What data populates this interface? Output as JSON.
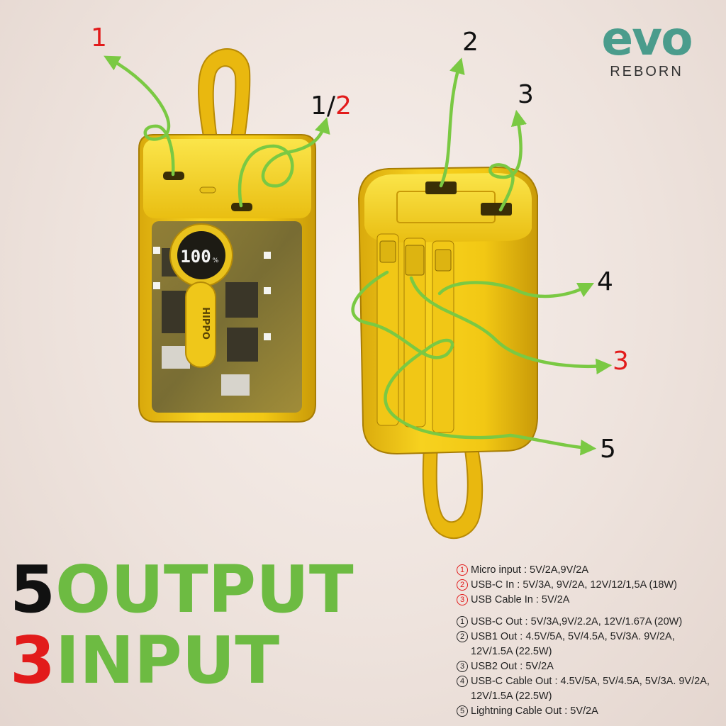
{
  "brand": {
    "logo": "evo",
    "subtitle": "REBORN"
  },
  "callouts": {
    "left_top": "1",
    "left_mid_a": "1/",
    "left_mid_b": "2",
    "right_2": "2",
    "right_3": "3",
    "right_4": "4",
    "right_3_red": "3",
    "right_5": "5"
  },
  "device_display": {
    "reading": "100",
    "percent": "%",
    "brand_print": "HIPPO"
  },
  "headline": {
    "output_count": "5",
    "output_word": "OUTPUT",
    "input_count": "3",
    "input_word": "INPUT"
  },
  "inputs": [
    {
      "num": "1",
      "text": "Micro input : 5V/2A,9V/2A"
    },
    {
      "num": "2",
      "text": "USB-C In : 5V/3A, 9V/2A, 12V/12/1,5A (18W)"
    },
    {
      "num": "3",
      "text": "USB Cable In : 5V/2A"
    }
  ],
  "outputs": [
    {
      "num": "1",
      "text": "USB-C Out : 5V/3A,9V/2.2A, 12V/1.67A (20W)"
    },
    {
      "num": "2",
      "text": "USB1 Out : 4.5V/5A, 5V/4.5A, 5V/3A. 9V/2A, 12V/1.5A (22.5W)"
    },
    {
      "num": "3",
      "text": "USB2 Out : 5V/2A"
    },
    {
      "num": "4",
      "text": "USB-C Cable Out : 4.5V/5A, 5V/4.5A, 5V/3A. 9V/2A, 12V/1.5A (22.5W)"
    },
    {
      "num": "5",
      "text": "Lightning Cable Out : 5V/2A"
    }
  ],
  "colors": {
    "accent_green": "#6dbb42",
    "arrow_green": "#7ac943",
    "red": "#e21b1b",
    "device_yellow": "#f2cc1a",
    "brand_teal": "#4a9c8c"
  }
}
